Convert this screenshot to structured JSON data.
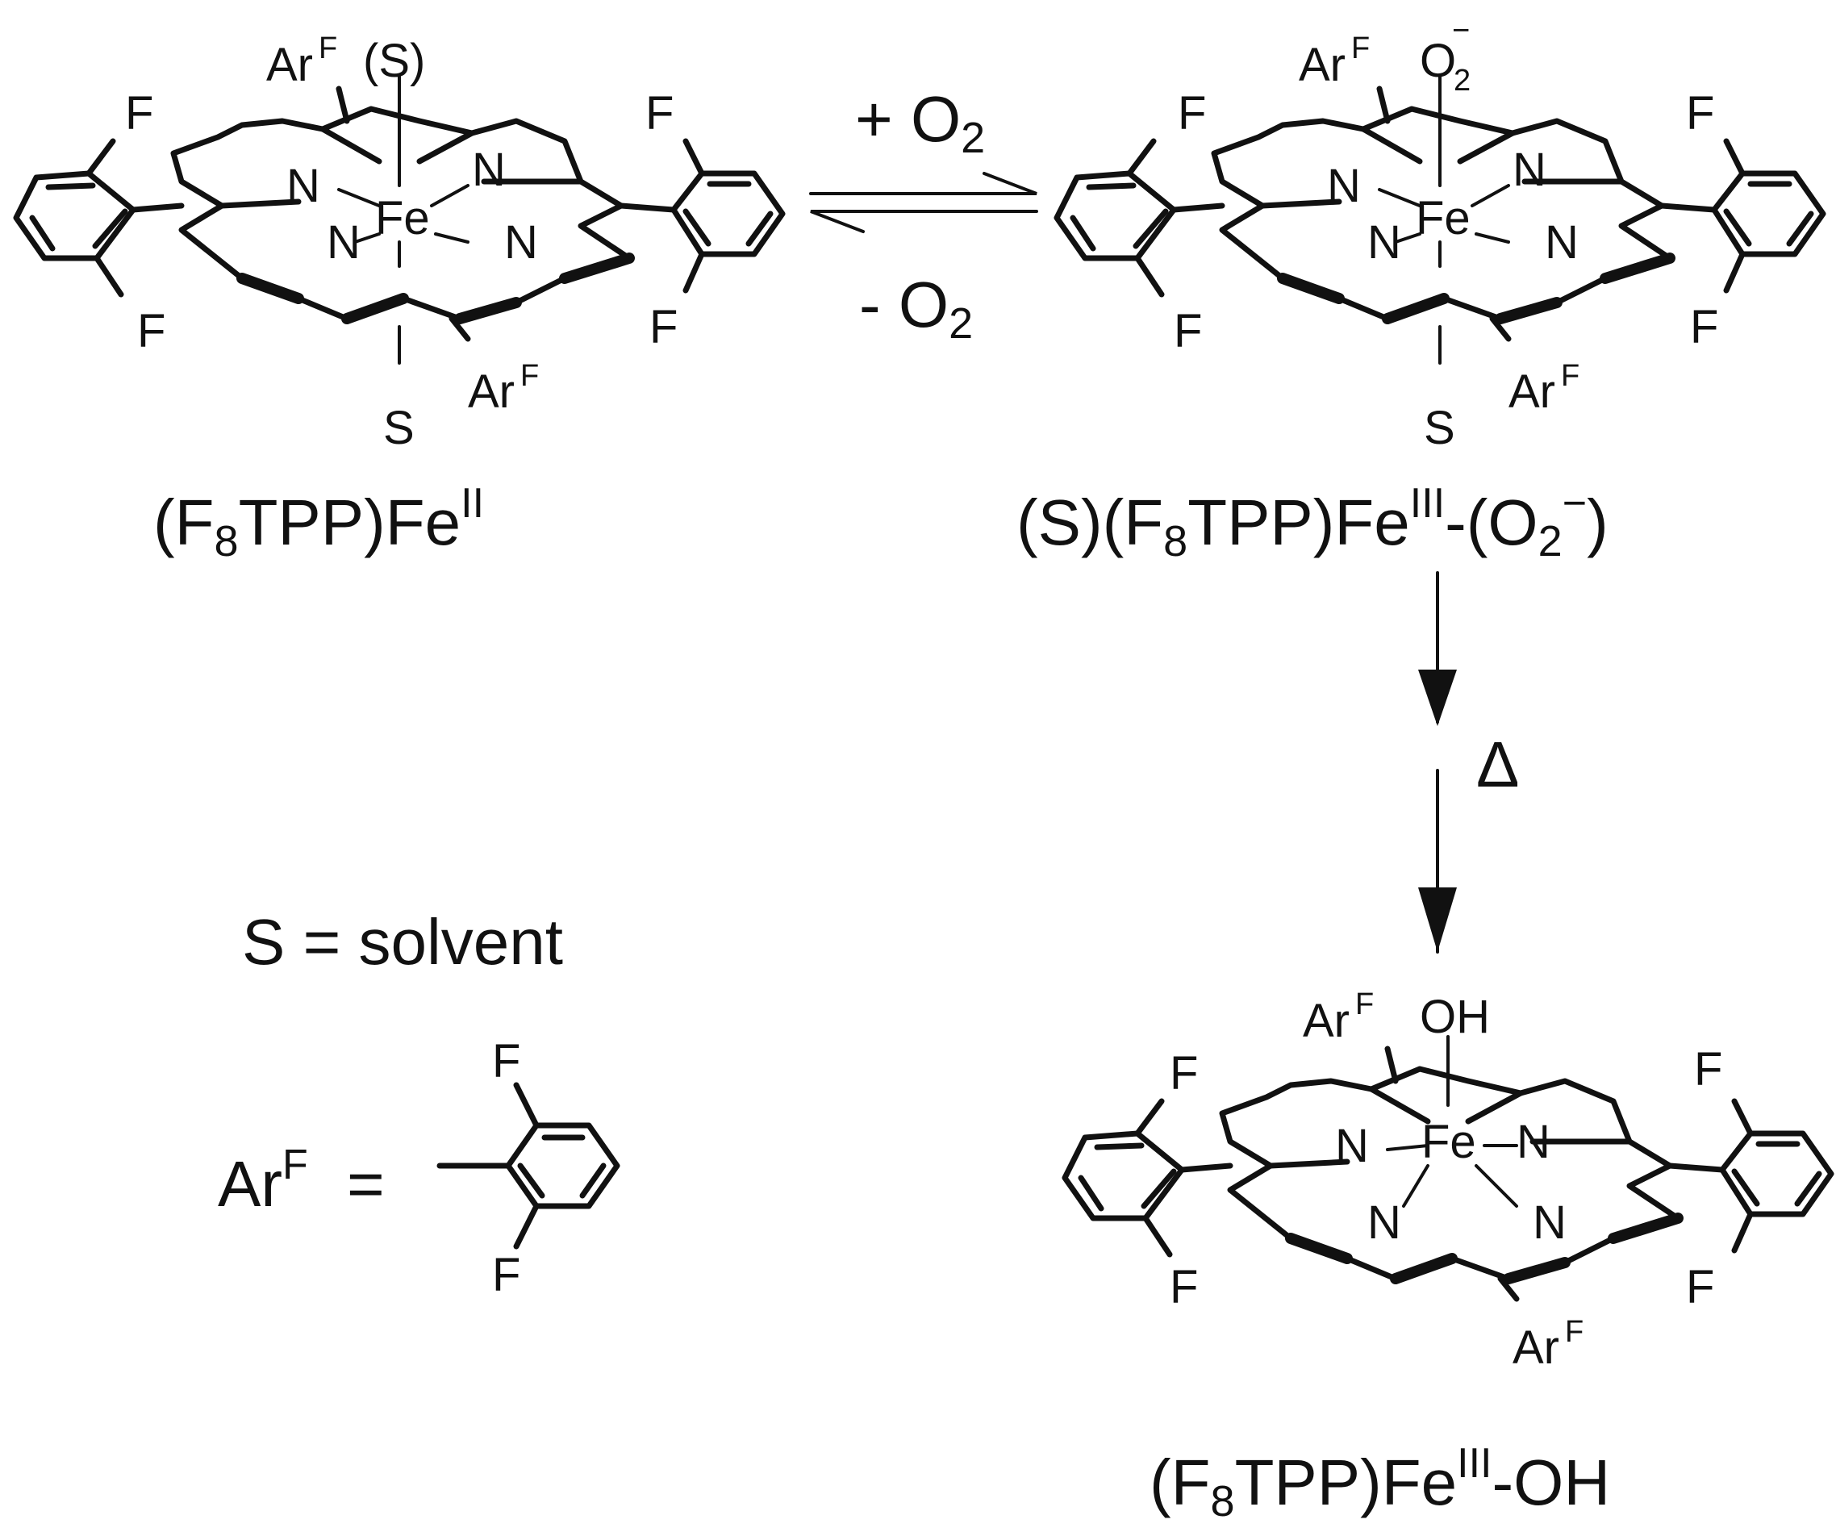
{
  "atoms": {
    "arf": "Ar",
    "arf_sup": "F",
    "fluorine": "F",
    "nitrogen": "N",
    "iron": "Fe",
    "solvent_s": "S",
    "solvent_s_paren": "(S)",
    "oxygen": "O",
    "oxygen_sub": "2",
    "minus": "−",
    "hydroxide": "OH"
  },
  "reactions": {
    "forward": "+ O",
    "forward_sub": "2",
    "reverse": "- O",
    "reverse_sub": "2",
    "heat": "Δ"
  },
  "labels": {
    "fe2": {
      "pre": "(F",
      "sub": "8",
      "mid": "TPP)Fe",
      "sup": "II",
      "post": ""
    },
    "superoxo": {
      "pre": "(S)(F",
      "sub": "8",
      "mid": "TPP)Fe",
      "sup": "III",
      "post": "-(O",
      "sub2": "2",
      "sup2": "−",
      "end": ")"
    },
    "hydroxo": {
      "pre": "(F",
      "sub": "8",
      "mid": "TPP)Fe",
      "sup": "III",
      "post": "-OH"
    }
  },
  "legend": {
    "solvent": "S = solvent",
    "arf_lhs": "Ar",
    "arf_lhs_sup": "F",
    "equals": "=",
    "f": "F"
  }
}
